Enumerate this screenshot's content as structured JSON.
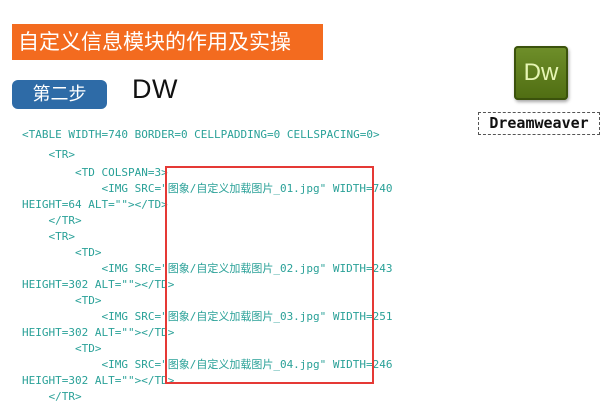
{
  "slide": {
    "title": "自定义信息模块的作用及实操",
    "step_label": "第二步",
    "step_tool": "DW",
    "logo": {
      "text": "Dw",
      "caption": "Dreamweaver",
      "icon": "dreamweaver-icon"
    },
    "colors": {
      "title_bg": "#f36b1f",
      "step_bg": "#2e6ba7",
      "highlight": "#e53935"
    }
  },
  "code": {
    "lines": [
      "<TABLE WIDTH=740 BORDER=0 CELLPADDING=0 CELLSPACING=0>",
      "    <TR>",
      "        <TD COLSPAN=3>",
      "            <IMG SRC=\"图象/自定义加载图片_01.jpg\" WIDTH=740",
      "HEIGHT=64 ALT=\"\"></TD>",
      "    </TR>",
      "    <TR>",
      "        <TD>",
      "            <IMG SRC=\"图象/自定义加载图片_02.jpg\" WIDTH=243",
      "HEIGHT=302 ALT=\"\"></TD>",
      "        <TD>",
      "            <IMG SRC=\"图象/自定义加载图片_03.jpg\" WIDTH=251",
      "HEIGHT=302 ALT=\"\"></TD>",
      "        <TD>",
      "            <IMG SRC=\"图象/自定义加载图片_04.jpg\" WIDTH=246",
      "HEIGHT=302 ALT=\"\"></TD>",
      "    </TR>"
    ]
  }
}
